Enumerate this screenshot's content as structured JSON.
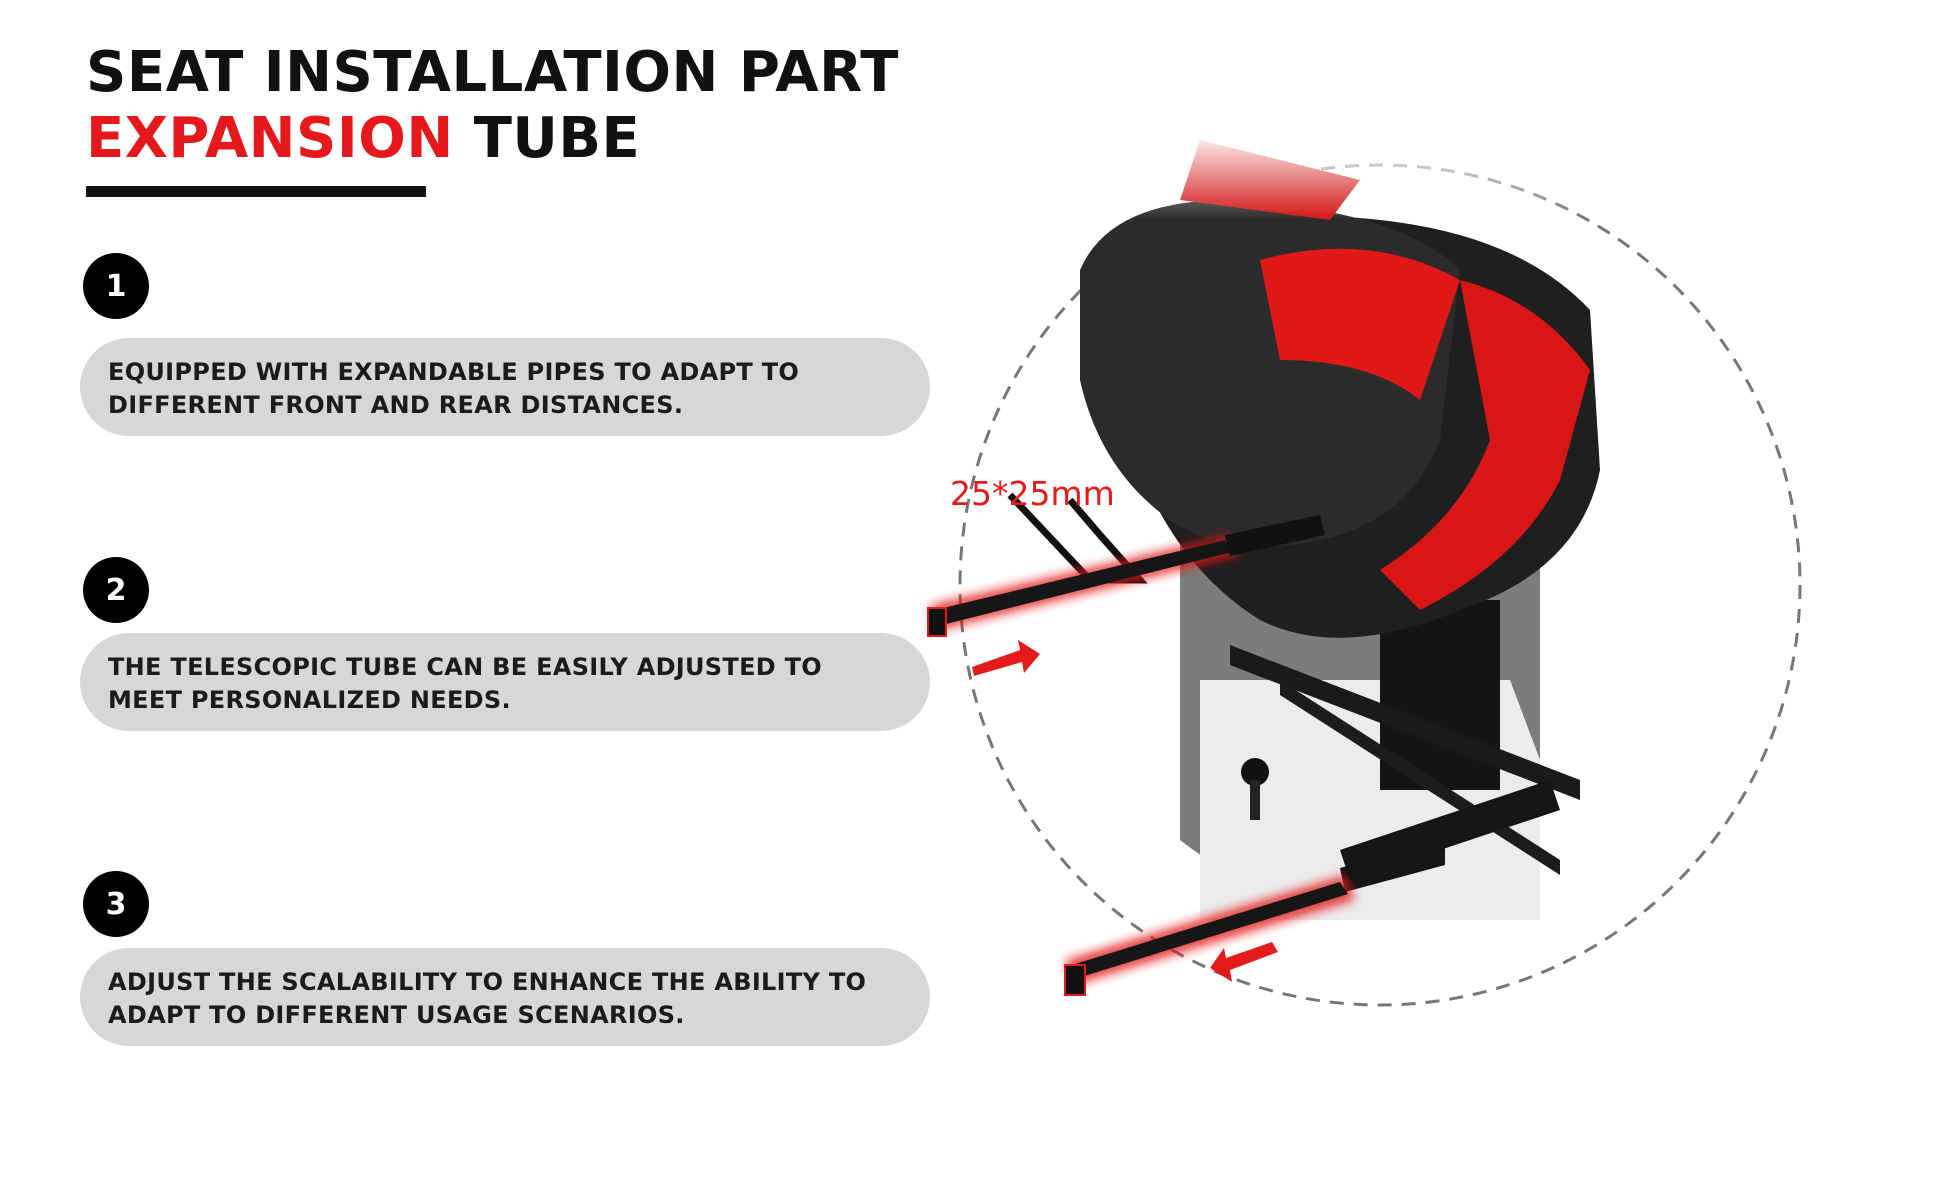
{
  "header": {
    "line1": "SEAT INSTALLATION PART",
    "line2_accent": "EXPANSION",
    "line2_rest": "TUBE"
  },
  "steps": [
    {
      "number": "1",
      "text": "EQUIPPED WITH EXPANDABLE PIPES TO ADAPT TO DIFFERENT FRONT AND REAR DISTANCES."
    },
    {
      "number": "2",
      "text": "THE TELESCOPIC TUBE CAN BE EASILY ADJUSTED TO MEET PERSONALIZED NEEDS."
    },
    {
      "number": "3",
      "text": "ADJUST THE SCALABILITY TO ENHANCE THE ABILITY TO ADAPT TO DIFFERENT USAGE SCENARIOS."
    }
  ],
  "product_image": {
    "dimension_label": "25*25mm"
  },
  "colors": {
    "accent": "#e5191b",
    "badge": "#000000",
    "pill": "#d7d7d7"
  }
}
